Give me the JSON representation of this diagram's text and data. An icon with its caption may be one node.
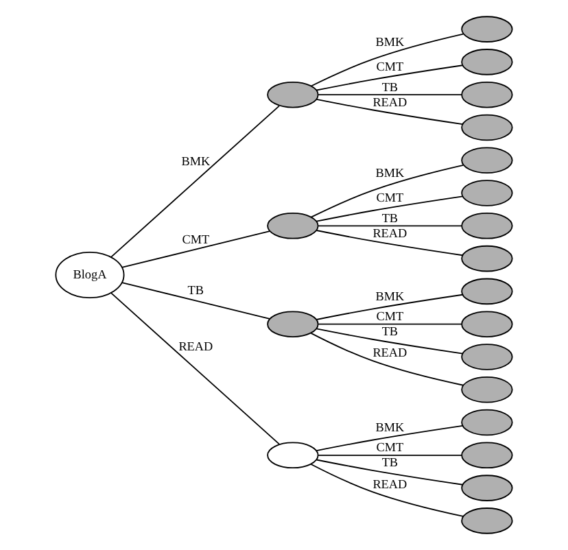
{
  "diagram": {
    "nodes": [
      {
        "text": [
          "BlogA"
        ]
      },
      {
        "text": [],
        "shape": "ellipse"
      },
      {
        "text": [],
        "shape": "ellipse"
      },
      {
        "text": [],
        "shape": "ellipse"
      },
      {
        "text": [],
        "shape": "ellipse"
      },
      {
        "text": [],
        "shape": "ellipse"
      },
      {
        "text": [],
        "shape": "ellipse"
      },
      {
        "text": [],
        "shape": "ellipse"
      },
      {
        "text": [],
        "shape": "ellipse"
      },
      {
        "text": [],
        "shape": "ellipse"
      },
      {
        "text": [],
        "shape": "ellipse"
      },
      {
        "text": [],
        "shape": "ellipse"
      },
      {
        "text": [],
        "shape": "ellipse"
      },
      {
        "text": [],
        "shape": "ellipse"
      },
      {
        "text": [],
        "shape": "ellipse"
      },
      {
        "text": [],
        "shape": "ellipse"
      },
      {
        "text": [],
        "shape": "ellipse"
      },
      {
        "text": [],
        "shape": "ellipse"
      },
      {
        "text": [],
        "shape": "ellipse"
      },
      {
        "text": [],
        "shape": "ellipse"
      },
      {
        "text": [],
        "shape": "ellipse"
      }
    ],
    "edges": [
      {
        "from": 0,
        "to": 1,
        "arrow": "none",
        "label": "BMK"
      },
      {
        "from": 0,
        "to": 2,
        "arrow": "none",
        "label": "CMT"
      },
      {
        "from": 0,
        "to": 3,
        "arrow": "none",
        "label": "TB"
      },
      {
        "from": 0,
        "to": 4,
        "arrow": "none",
        "label": "READ"
      },
      {
        "from": 1,
        "to": 5,
        "arrow": "none",
        "label": "BMK"
      },
      {
        "from": 1,
        "to": 6,
        "arrow": "none",
        "label": "CMT"
      },
      {
        "from": 1,
        "to": 7,
        "arrow": "none",
        "label": "TB"
      },
      {
        "from": 1,
        "to": 8,
        "arrow": "none",
        "label": "READ"
      },
      {
        "from": 2,
        "to": 9,
        "arrow": "none",
        "label": "BMK"
      },
      {
        "from": 2,
        "to": 10,
        "arrow": "none",
        "label": "CMT"
      },
      {
        "from": 2,
        "to": 11,
        "arrow": "none",
        "label": "TB"
      },
      {
        "from": 2,
        "to": 12,
        "arrow": "none",
        "label": "READ"
      },
      {
        "from": 3,
        "to": 13,
        "arrow": "none",
        "label": "BMK"
      },
      {
        "from": 3,
        "to": 14,
        "arrow": "none",
        "label": "CMT"
      },
      {
        "from": 3,
        "to": 15,
        "arrow": "none",
        "label": "TB"
      },
      {
        "from": 3,
        "to": 16,
        "arrow": "none",
        "label": "READ"
      },
      {
        "from": 4,
        "to": 17,
        "arrow": "none",
        "label": "BMK"
      },
      {
        "from": 4,
        "to": 18,
        "arrow": "none",
        "label": "CMT"
      },
      {
        "from": 4,
        "to": 19,
        "arrow": "none",
        "label": "TB"
      },
      {
        "from": 4,
        "to": 20,
        "arrow": "none",
        "label": "READ"
      }
    ]
  }
}
